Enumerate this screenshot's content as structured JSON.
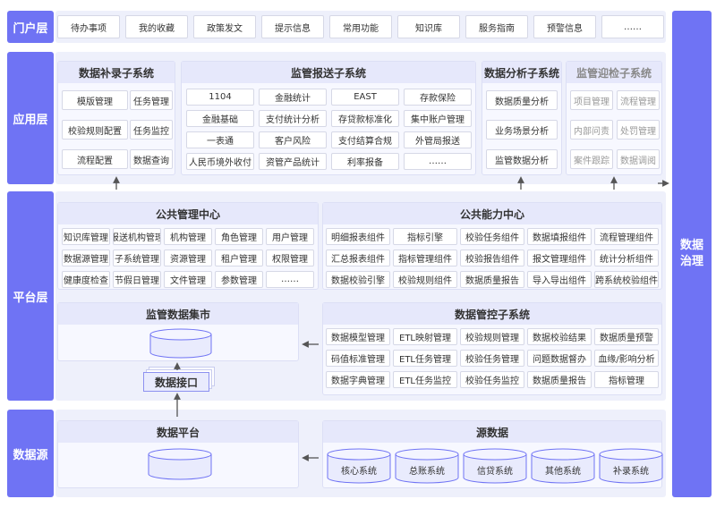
{
  "layers": {
    "portal": "门户层",
    "app": "应用层",
    "platform": "平台层",
    "source": "数据源"
  },
  "governance": "数据\n治理",
  "portal_items": [
    "待办事项",
    "我的收藏",
    "政策发文",
    "提示信息",
    "常用功能",
    "知识库",
    "服务指南",
    "预警信息",
    "……"
  ],
  "app": {
    "supplement": {
      "title": "数据补录子系统",
      "items": [
        "模版管理",
        "任务管理",
        "校验规则配置",
        "任务监控",
        "流程配置",
        "数据查询"
      ]
    },
    "report": {
      "title": "监管报送子系统",
      "items": [
        "1104",
        "金融统计",
        "EAST",
        "存款保险",
        "金融基础",
        "支付统计分析",
        "存贷款标准化",
        "集中账户管理",
        "一表通",
        "客户风险",
        "支付结算合规",
        "外管局报送",
        "人民币境外收付",
        "资管产品统计",
        "利率报备",
        "……"
      ]
    },
    "analysis": {
      "title": "数据分析子系统",
      "items": [
        "数据质量分析",
        "业务场景分析",
        "监管数据分析"
      ]
    },
    "inspection": {
      "title": "监管迎检子系统",
      "items": [
        "项目管理",
        "流程管理",
        "内部问责",
        "处罚管理",
        "案件跟踪",
        "数据调阅"
      ]
    }
  },
  "platform": {
    "public_mgmt": {
      "title": "公共管理中心",
      "items": [
        "知识库管理",
        "报送机构管理",
        "机构管理",
        "角色管理",
        "用户管理",
        "数据源管理",
        "子系统管理",
        "资源管理",
        "租户管理",
        "权限管理",
        "健康度检查",
        "节假日管理",
        "文件管理",
        "参数管理",
        "……"
      ]
    },
    "public_ability": {
      "title": "公共能力中心",
      "items": [
        "明细报表组件",
        "指标引擎",
        "校验任务组件",
        "数据填报组件",
        "流程管理组件",
        "汇总报表组件",
        "指标管理组件",
        "校验报告组件",
        "报文管理组件",
        "统计分析组件",
        "数据校验引擎",
        "校验规则组件",
        "数据质量报告",
        "导入导出组件",
        "跨系统校验组件"
      ]
    },
    "mart": {
      "title": "监管数据集市"
    },
    "interface": {
      "title": "数据接口"
    },
    "control": {
      "title": "数据管控子系统",
      "items": [
        "数据模型管理",
        "ETL映射管理",
        "校验规则管理",
        "数据校验结果",
        "数据质量预警",
        "码值标准管理",
        "ETL任务管理",
        "校验任务管理",
        "问题数据督办",
        "血缘/影响分析",
        "数据字典管理",
        "ETL任务监控",
        "校验任务监控",
        "数据质量报告",
        "指标管理"
      ]
    }
  },
  "source": {
    "data_platform": {
      "title": "数据平台"
    },
    "source_data": {
      "title": "源数据",
      "items": [
        "核心系统",
        "总账系统",
        "信贷系统",
        "其他系统",
        "补录系统"
      ]
    }
  }
}
